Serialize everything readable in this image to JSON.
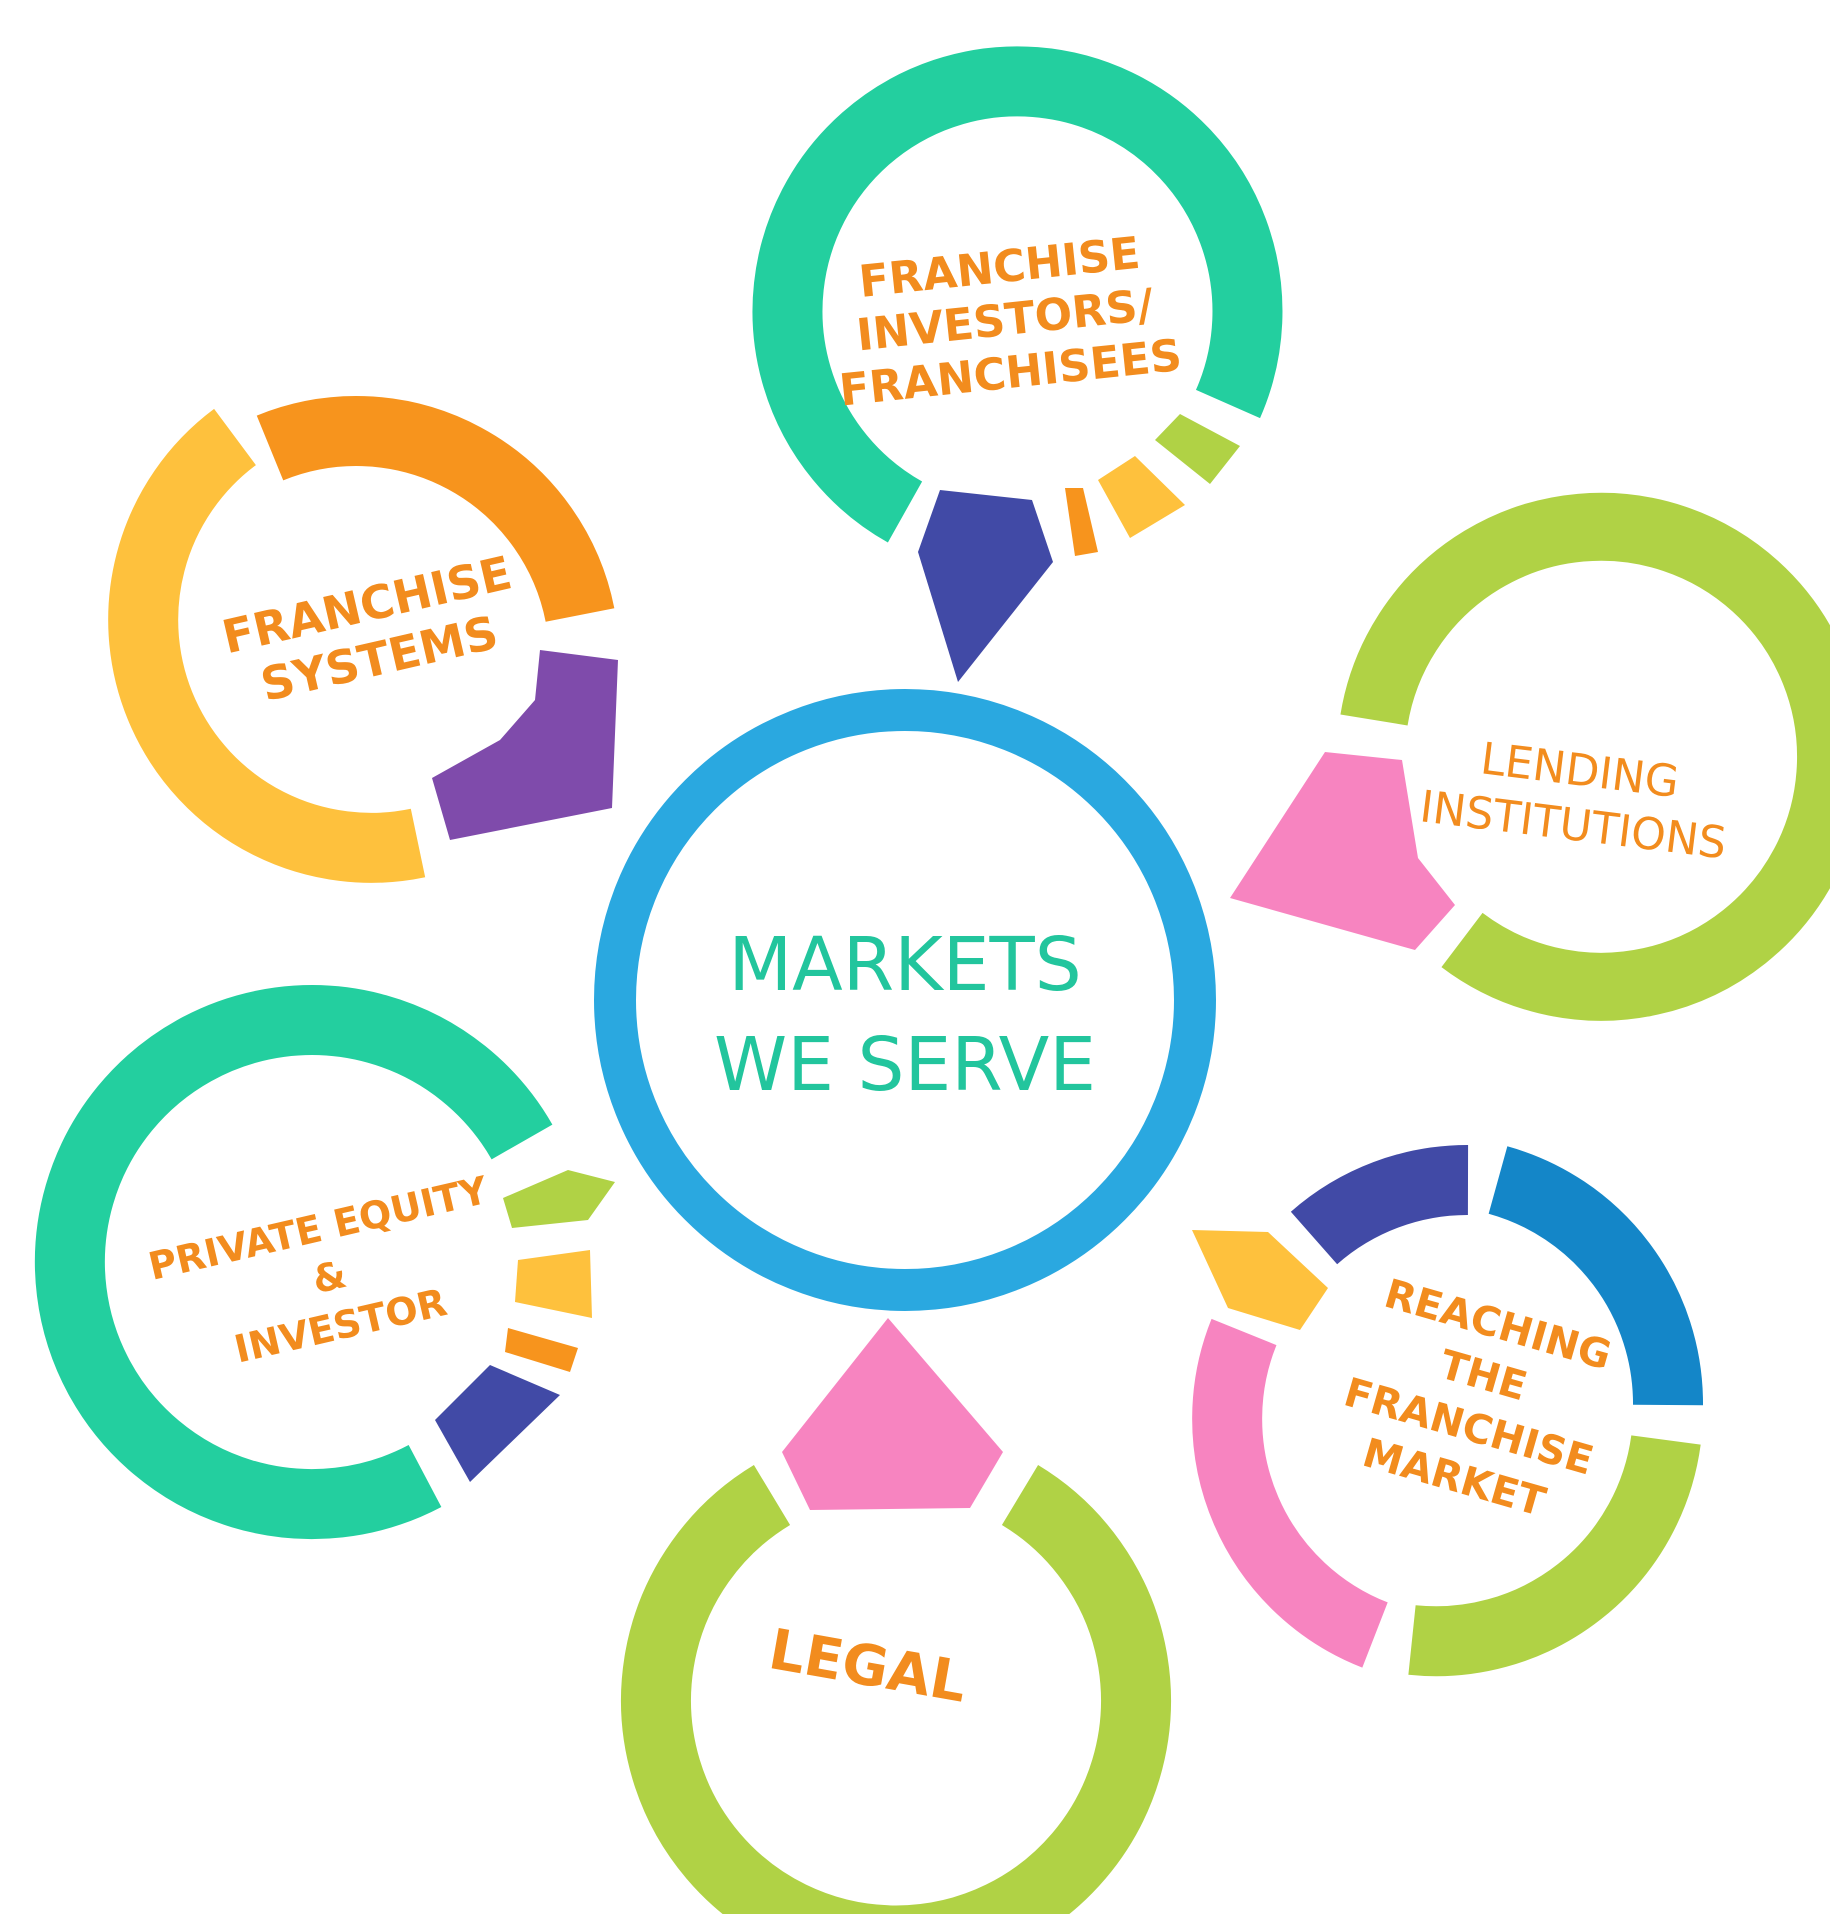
{
  "center": {
    "title_line1": "MARKETS",
    "title_line2": "WE SERVE"
  },
  "markets": {
    "franchise_investors": {
      "line1": "FRANCHISE",
      "line2": "INVESTORS/",
      "line3": "FRANCHISEES"
    },
    "franchise_systems": {
      "line1": "FRANCHISE",
      "line2": "SYSTEMS"
    },
    "lending_institutions": {
      "line1": "LENDING",
      "line2": "INSTITUTIONS"
    },
    "private_equity": {
      "line1": "PRIVATE EQUITY",
      "line2": "&",
      "line3": "INVESTOR"
    },
    "reaching_market": {
      "line1": "REACHING",
      "line2": "THE",
      "line3": "FRANCHISE",
      "line4": "MARKET"
    },
    "legal": {
      "line1": "LEGAL"
    }
  },
  "colors": {
    "teal": "#23cf9f",
    "orange": "#f7941d",
    "yellow": "#fec13d",
    "purple": "#7f4bab",
    "lime": "#b0d245",
    "pink": "#f784c0",
    "indigo": "#414aa6",
    "blue": "#1486c8",
    "center_ring": "#2aa8e0",
    "center_text": "#22c59d",
    "label_text": "#f28c1e"
  }
}
